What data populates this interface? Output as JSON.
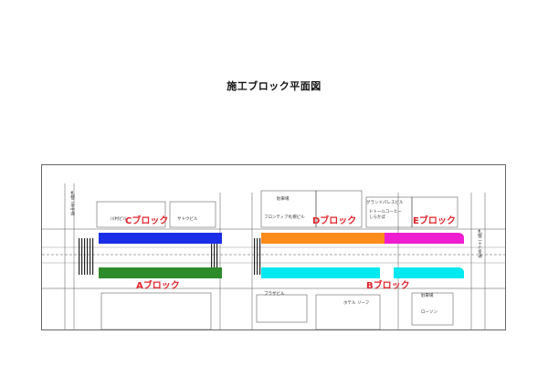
{
  "document": {
    "title": "施工ブロック平面図"
  },
  "colors": {
    "block_a": "#2e8b2a",
    "block_b": "#00e8f0",
    "block_c": "#1a2ee8",
    "block_d": "#ff8c1a",
    "block_e": "#ee1ed0",
    "block_label_text": "#e0242b"
  },
  "blocks": [
    {
      "id": "A",
      "label": "Aブロック"
    },
    {
      "id": "B",
      "label": "Bブロック"
    },
    {
      "id": "C",
      "label": "Cブロック"
    },
    {
      "id": "D",
      "label": "Dブロック"
    },
    {
      "id": "E",
      "label": "Eブロック"
    }
  ],
  "map_labels": {
    "parking_1": "駐車場",
    "parking_2": "駐車場",
    "grand_building": "グランドパレスビル",
    "frontier_building": "フロンティア札幌ビル",
    "plaza_building": "プラザビル",
    "hotel": "ホテル",
    "building_left_1": "川村ビル",
    "building_left_2": "サトウビル",
    "street_left": "札幌二条中通",
    "street_right": "札幌二十七条通",
    "shop_1": "ドトールコーヒー",
    "shop_2": "しらかば",
    "shop_3": "リーフ",
    "shop_4": "ローソン"
  }
}
